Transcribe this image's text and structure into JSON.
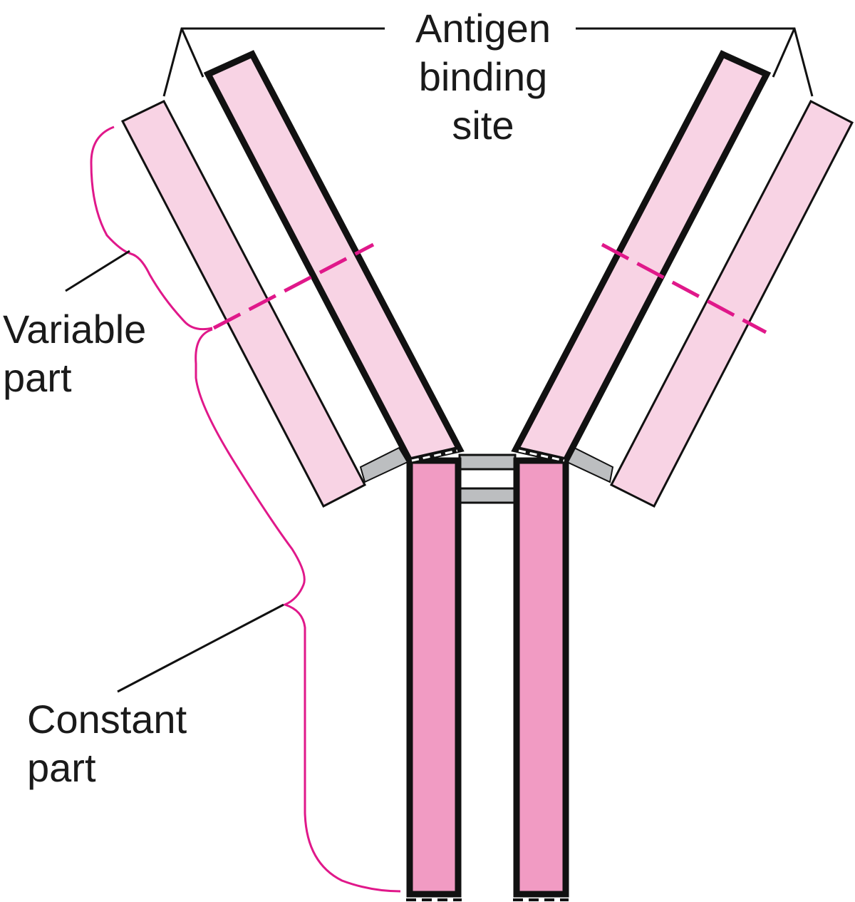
{
  "labels": {
    "antigen_binding_site": [
      "Antigen",
      "binding",
      "site"
    ],
    "variable_part": [
      "Variable",
      "part"
    ],
    "constant_part": [
      "Constant",
      "part"
    ]
  },
  "colors": {
    "light_chain_fill": "#f8d3e4",
    "heavy_constant_fill": "#f19bc3",
    "outline": "#111111",
    "disulfide_bond": "#bcbec0",
    "boundary_dash": "#e0188a",
    "brace": "#e0188a",
    "leader_line": "#111111"
  }
}
